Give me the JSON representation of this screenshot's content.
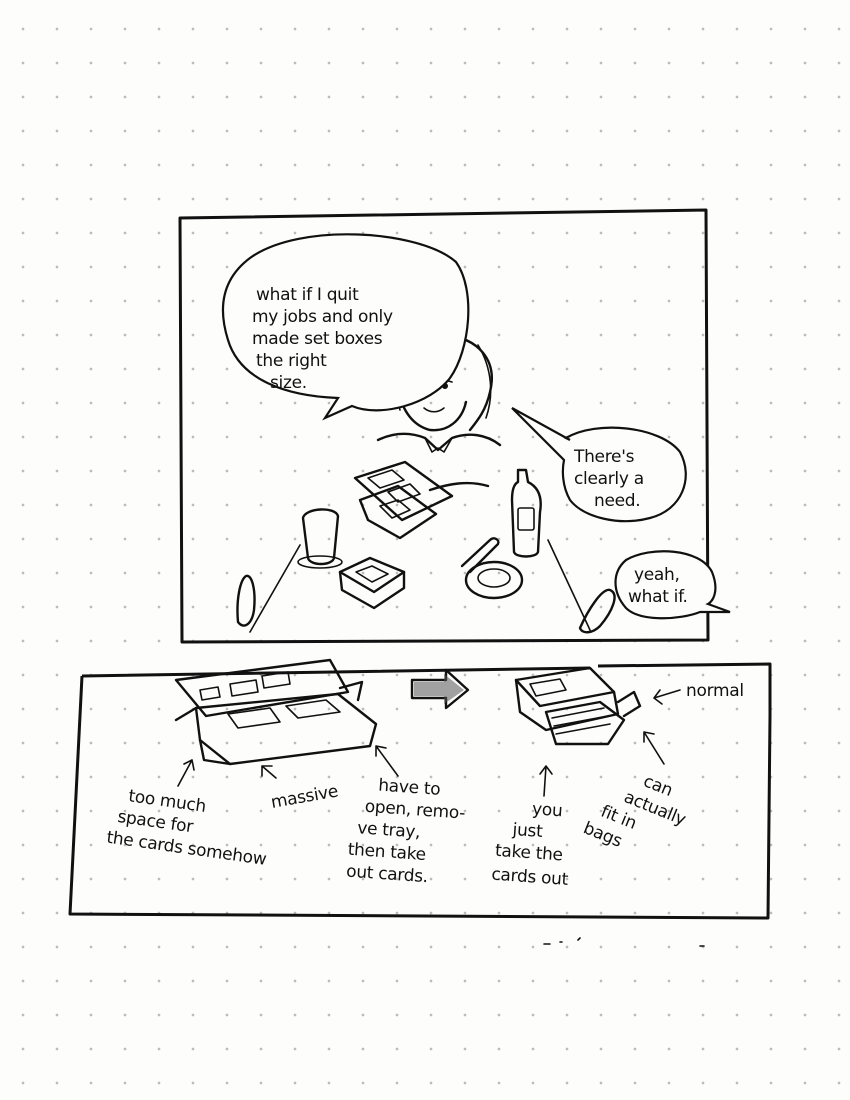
{
  "panel_top": {
    "bubble_left": [
      "what if I quit",
      "my jobs and only",
      "made set boxes",
      "the right",
      "size."
    ],
    "bubble_right": [
      "There's",
      "clearly a",
      "need."
    ],
    "bubble_bottom": [
      "yeah,",
      "what if."
    ]
  },
  "panel_bottom": {
    "label_normal": "normal",
    "label_massive": "massive",
    "label_too_much": [
      "too much",
      "space for",
      "the cards somehow"
    ],
    "label_have_to": [
      "have to",
      "open, remo-",
      "ve tray,",
      "then take",
      "out cards."
    ],
    "label_you_just": [
      "you",
      "just",
      "take the",
      "cards out"
    ],
    "label_can_fit": [
      "can",
      "actually",
      "fit in",
      "bags"
    ]
  }
}
